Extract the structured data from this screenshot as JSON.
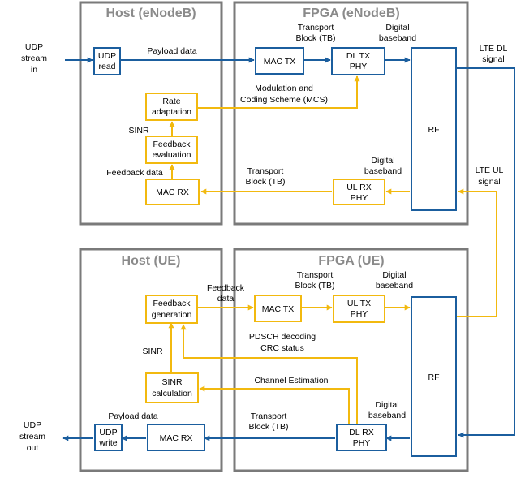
{
  "panels": {
    "host_enb": "Host (eNodeB)",
    "fpga_enb": "FPGA (eNodeB)",
    "host_ue": "Host (UE)",
    "fpga_ue": "FPGA (UE)"
  },
  "blocks": {
    "udp_read": [
      "UDP",
      "read"
    ],
    "mac_tx_enb": [
      "MAC TX"
    ],
    "dl_tx_phy": [
      "DL TX",
      "PHY"
    ],
    "rf_enb": [
      "RF"
    ],
    "rate_adaptation": [
      "Rate",
      "adaptation"
    ],
    "feedback_evaluation": [
      "Feedback",
      "evaluation"
    ],
    "mac_rx_enb": [
      "MAC RX"
    ],
    "ul_rx_phy": [
      "UL RX",
      "PHY"
    ],
    "feedback_generation": [
      "Feedback",
      "generation"
    ],
    "sinr_calculation": [
      "SINR",
      "calculation"
    ],
    "udp_write": [
      "UDP",
      "write"
    ],
    "mac_rx_ue": [
      "MAC RX"
    ],
    "mac_tx_ue": [
      "MAC TX"
    ],
    "ul_tx_phy": [
      "UL TX",
      "PHY"
    ],
    "dl_rx_phy": [
      "DL RX",
      "PHY"
    ],
    "rf_ue": [
      "RF"
    ]
  },
  "labels": {
    "udp_stream_in": [
      "UDP",
      "stream",
      "in"
    ],
    "payload_data_top": [
      "Payload data"
    ],
    "transport_block_top": [
      "Transport",
      "Block (TB)"
    ],
    "digital_baseband_top": [
      "Digital",
      "baseband"
    ],
    "lte_dl_signal": [
      "LTE DL",
      "signal"
    ],
    "mcs": [
      "Modulation and",
      "Coding Scheme (MCS)"
    ],
    "sinr_enb": [
      "SINR"
    ],
    "feedback_data_enb": [
      "Feedback data"
    ],
    "transport_block_ul_enb": [
      "Transport",
      "Block (TB)"
    ],
    "digital_baseband_ul_enb": [
      "Digital",
      "baseband"
    ],
    "lte_ul_signal": [
      "LTE UL",
      "signal"
    ],
    "feedback_data_ue": [
      "Feedback",
      "data"
    ],
    "transport_block_ue_tx": [
      "Transport",
      "Block (TB)"
    ],
    "digital_baseband_ue_tx": [
      "Digital",
      "baseband"
    ],
    "pdsch": [
      "PDSCH decoding",
      "CRC status"
    ],
    "sinr_ue": [
      "SINR"
    ],
    "channel_estimation": [
      "Channel Estimation"
    ],
    "payload_data_ue": [
      "Payload data"
    ],
    "transport_block_ue_rx": [
      "Transport",
      "Block (TB)"
    ],
    "digital_baseband_ue_rx": [
      "Digital",
      "baseband"
    ],
    "udp_stream_out": [
      "UDP",
      "stream",
      "out"
    ]
  },
  "colors": {
    "data_path": "#1b5e9e",
    "feedback_path": "#f2b90f",
    "panel_border": "#7a7a7a",
    "panel_title": "#8a8a8a"
  }
}
